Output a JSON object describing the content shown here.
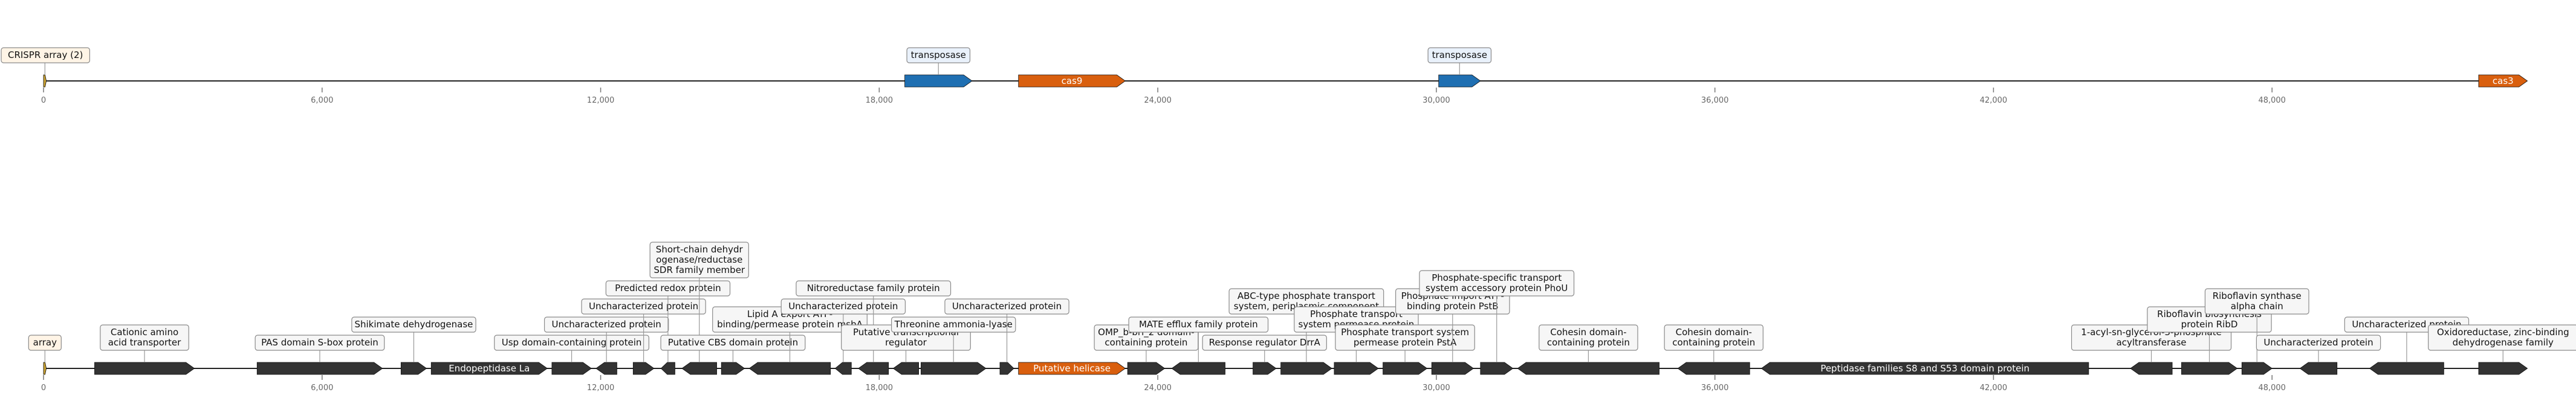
{
  "colors": {
    "accent_orange": "#d95f0e",
    "transposase_blue": "#1f6fb2",
    "gene_dark": "#333333",
    "array_gold": "#c8a030",
    "label_box_orange": "#fff4e6",
    "label_box_blue": "#e9f1fb"
  },
  "tracks": [
    {
      "id": "top",
      "ticks": [
        0,
        6000,
        12000,
        18000,
        24000,
        30000,
        36000,
        42000,
        48000
      ],
      "tick_labels": [
        "0",
        "6,000",
        "12,000",
        "18,000",
        "24,000",
        "30,000",
        "36,000",
        "42,000",
        "48,000"
      ],
      "features": [
        {
          "start": 0,
          "end": 60,
          "strand": 1,
          "color": "gold",
          "label": "CRISPR array (2)",
          "label_style": "orange"
        },
        {
          "start": 18550,
          "end": 20000,
          "strand": 1,
          "color": "blue",
          "label": "transposase",
          "label_style": "blue"
        },
        {
          "start": 21000,
          "end": 23300,
          "strand": 1,
          "color": "orange",
          "inner": "cas9"
        },
        {
          "start": 30050,
          "end": 30950,
          "strand": 1,
          "color": "blue",
          "label": "transposase",
          "label_style": "blue"
        },
        {
          "start": 52450,
          "end": 53500,
          "strand": 1,
          "color": "orange",
          "inner": "cas3"
        }
      ]
    },
    {
      "id": "bottom",
      "ticks": [
        0,
        6000,
        12000,
        18000,
        24000,
        30000,
        36000,
        42000,
        48000
      ],
      "tick_labels": [
        "0",
        "6,000",
        "12,000",
        "18,000",
        "24,000",
        "30,000",
        "36,000",
        "42,000",
        "48,000"
      ],
      "features": [
        {
          "start": 0,
          "end": 60,
          "strand": 1,
          "color": "gold",
          "label": "array",
          "label_style": "orange"
        },
        {
          "start": 1100,
          "end": 3250,
          "strand": 1,
          "color": "dark",
          "label": "Cationic amino\nacid transporter"
        },
        {
          "start": 4600,
          "end": 7300,
          "strand": 1,
          "color": "dark",
          "label": "PAS domain S-box protein"
        },
        {
          "start": 7700,
          "end": 8250,
          "strand": 1,
          "color": "dark",
          "label": "Shikimate dehydrogenase"
        },
        {
          "start": 8350,
          "end": 10850,
          "strand": 1,
          "color": "dark",
          "inner": "Endopeptidase La"
        },
        {
          "start": 10950,
          "end": 11800,
          "strand": 1,
          "color": "dark",
          "label": "Usp domain-containing protein"
        },
        {
          "start": 11900,
          "end": 12350,
          "strand": -1,
          "color": "dark",
          "label": "Uncharacterized protein"
        },
        {
          "start": 12700,
          "end": 13150,
          "strand": 1,
          "color": "dark",
          "label": "Uncharacterized protein"
        },
        {
          "start": 13300,
          "end": 13600,
          "strand": -1,
          "color": "dark",
          "label": "Predicted redox protein"
        },
        {
          "start": 13750,
          "end": 14500,
          "strand": -1,
          "color": "dark",
          "label": "Short-chain dehydr\nogenase/reductase\nSDR family member"
        },
        {
          "start": 14600,
          "end": 15100,
          "strand": 1,
          "color": "dark",
          "label": "Putative CBS domain protein"
        },
        {
          "start": 15200,
          "end": 16950,
          "strand": -1,
          "color": "dark",
          "label": "Lipid A export ATP-\nbinding/permease protein msbA"
        },
        {
          "start": 17050,
          "end": 17400,
          "strand": -1,
          "color": "dark",
          "label": "Uncharacterized protein"
        },
        {
          "start": 17550,
          "end": 18200,
          "strand": -1,
          "color": "dark",
          "label": "Nitroreductase family protein"
        },
        {
          "start": 18300,
          "end": 18850,
          "strand": -1,
          "color": "dark",
          "label": "Putative transcriptional\nregulator"
        },
        {
          "start": 18900,
          "end": 20300,
          "strand": 1,
          "color": "dark",
          "label": "Threonine ammonia-lyase"
        },
        {
          "start": 20600,
          "end": 20900,
          "strand": 1,
          "color": "dark",
          "label": "Uncharacterized protein"
        },
        {
          "start": 21000,
          "end": 23300,
          "strand": 1,
          "color": "orange",
          "inner": "Putative helicase"
        },
        {
          "start": 23350,
          "end": 24150,
          "strand": 1,
          "color": "dark",
          "label": "OMP_b-brl_2 domain-\ncontaining protein"
        },
        {
          "start": 24300,
          "end": 25450,
          "strand": -1,
          "color": "dark",
          "label": "MATE efflux family protein"
        },
        {
          "start": 26050,
          "end": 26550,
          "strand": 1,
          "color": "dark",
          "label": "Response regulator DrrA"
        },
        {
          "start": 26650,
          "end": 27750,
          "strand": 1,
          "color": "dark",
          "label": "ABC-type phosphate transport\nsystem, periplasmic component"
        },
        {
          "start": 27800,
          "end": 28750,
          "strand": 1,
          "color": "dark",
          "label": "Phosphate transport\nsystem permease protein"
        },
        {
          "start": 28850,
          "end": 29800,
          "strand": 1,
          "color": "dark",
          "label": "Phosphate transport system\npermease protein PstA"
        },
        {
          "start": 29900,
          "end": 30800,
          "strand": 1,
          "color": "dark",
          "label": "Phosphate import ATP-\nbinding protein PstB"
        },
        {
          "start": 30950,
          "end": 31650,
          "strand": 1,
          "color": "dark",
          "label": "Phosphate-specific transport\nsystem accessory protein PhoU"
        },
        {
          "start": 31750,
          "end": 34800,
          "strand": -1,
          "color": "dark",
          "label": "Cohesin domain-\ncontaining protein"
        },
        {
          "start": 35200,
          "end": 36750,
          "strand": -1,
          "color": "dark",
          "label": "Cohesin domain-\ncontaining protein"
        },
        {
          "start": 37000,
          "end": 44050,
          "strand": -1,
          "color": "dark",
          "inner": "Peptidase families S8 and S53 domain protein"
        },
        {
          "start": 44950,
          "end": 45850,
          "strand": -1,
          "color": "dark",
          "label": "1-acyl-sn-glycerol-3-phosphate\nacyltransferase"
        },
        {
          "start": 46050,
          "end": 47250,
          "strand": 1,
          "color": "dark",
          "label": "Riboflavin biosynthesis\nprotein RibD"
        },
        {
          "start": 47350,
          "end": 48000,
          "strand": 1,
          "color": "dark",
          "label": "Riboflavin synthase\nalpha chain"
        },
        {
          "start": 48600,
          "end": 49400,
          "strand": -1,
          "color": "dark",
          "label": "Uncharacterized protein"
        },
        {
          "start": 50100,
          "end": 51700,
          "strand": -1,
          "color": "dark",
          "label": "Uncharacterized protein"
        },
        {
          "start": 52450,
          "end": 53500,
          "strand": 1,
          "color": "dark",
          "label": "Oxidoreductase, zinc-binding\ndehydrogenase family"
        }
      ]
    }
  ]
}
